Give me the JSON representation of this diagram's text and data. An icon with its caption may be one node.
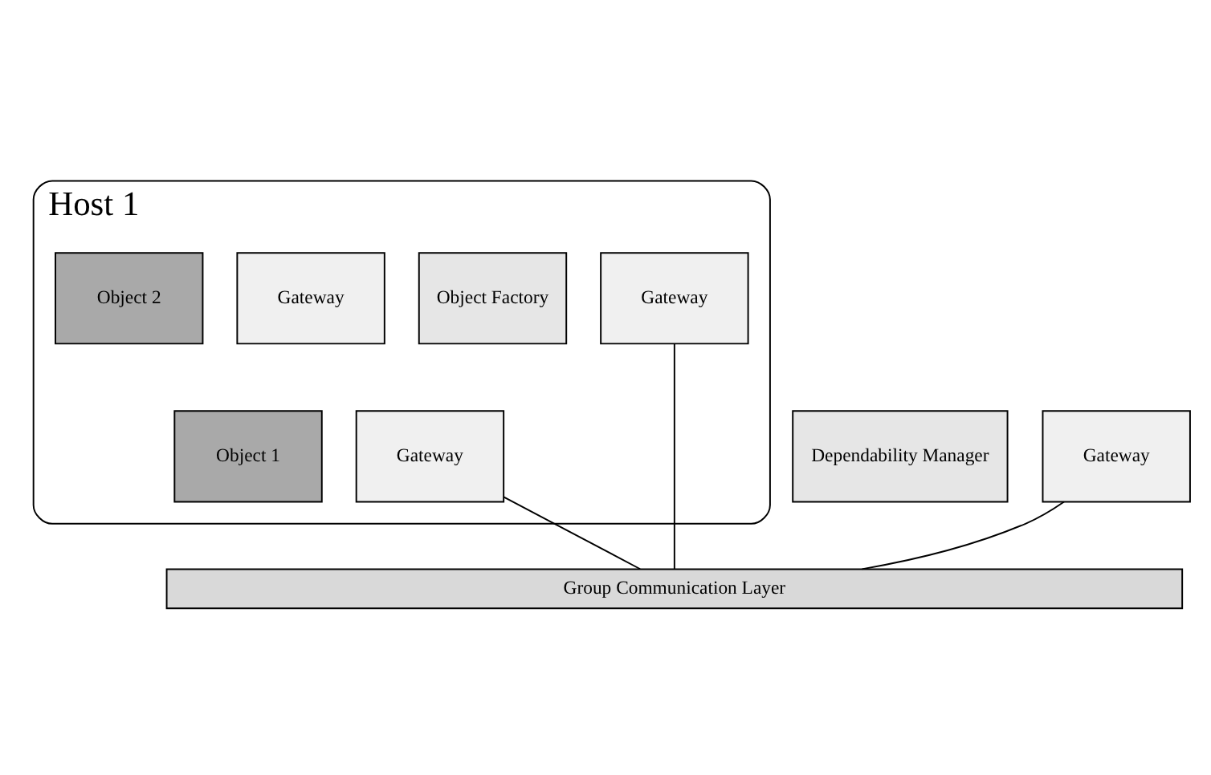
{
  "diagram": {
    "nodes": [
      {
        "text": [
          "Host 1"
        ]
      },
      {
        "text": [
          "Object Factory"
        ],
        "in": 0
      },
      {
        "text": [
          "Gateway"
        ],
        "in": 0
      },
      {
        "text": [
          "Object 2"
        ],
        "in": 0
      },
      {
        "text": [
          "Gateway"
        ],
        "in": 0
      },
      {
        "text": [
          "Object 1"
        ],
        "in": 0
      },
      {
        "text": [
          "Gateway"
        ],
        "in": 0
      },
      {
        "text": [
          "Dependability Manager"
        ]
      },
      {
        "text": [
          "Gateway"
        ]
      },
      {
        "text": [
          "Group Communication Layer"
        ]
      }
    ],
    "edges": [
      {
        "from": 8,
        "to": 9,
        "arrow": "none"
      },
      {
        "from": 2,
        "to": 9,
        "arrow": "none"
      },
      {
        "from": 6,
        "to": 9,
        "arrow": "none"
      }
    ]
  }
}
